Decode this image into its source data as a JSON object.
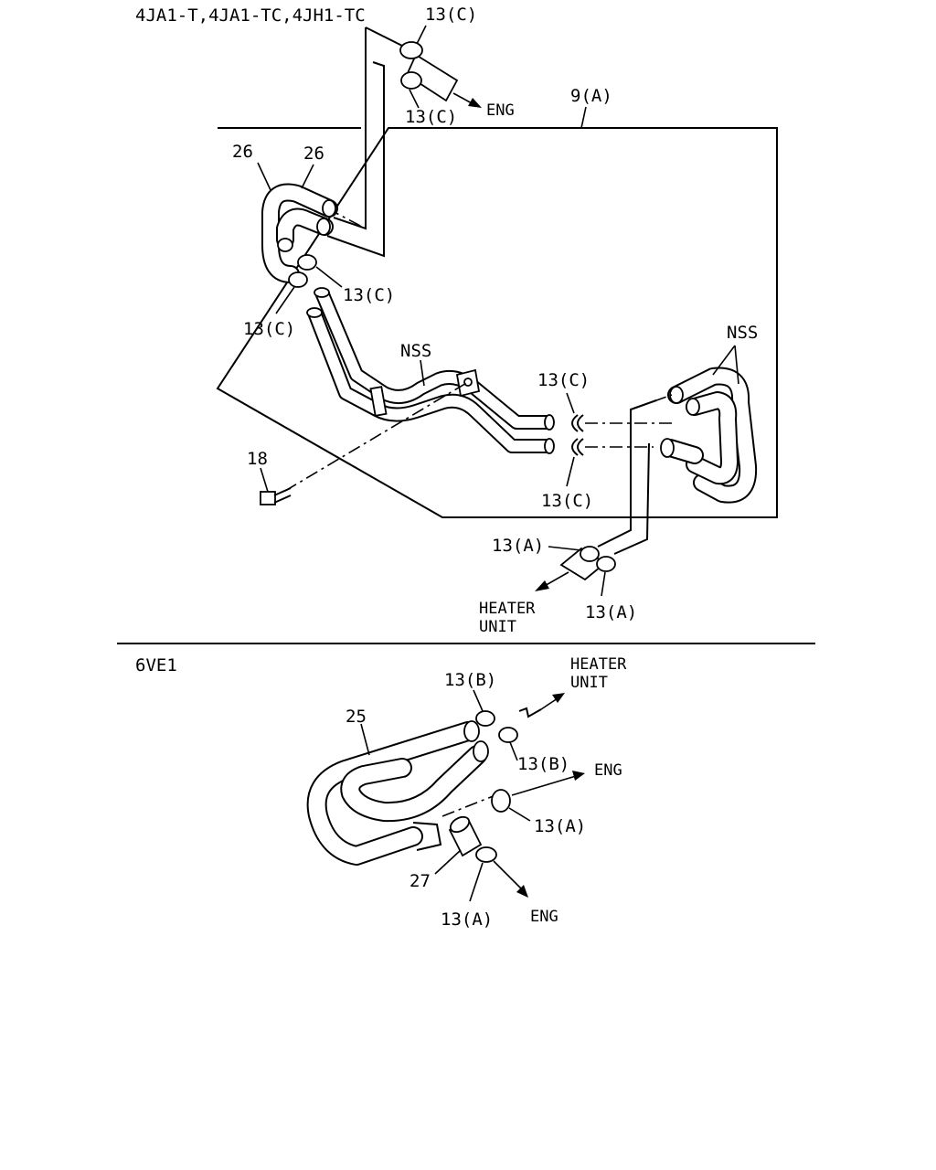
{
  "diagram": {
    "upper_section": {
      "engine_label": "4JA1-T,4JA1-TC,4JH1-TC",
      "callouts": {
        "clamp_top_1": "13(C)",
        "clamp_top_2": "13(C)",
        "engine_arrow": "ENG",
        "box_ref": "9(A)",
        "hose_left": "26",
        "hose_right": "26",
        "clamp_mid_right": "13(C)",
        "clamp_mid_left": "13(C)",
        "nss_left": "NSS",
        "nss_right": "NSS",
        "clamp_pipe_upper": "13(C)",
        "clamp_pipe_lower": "13(C)",
        "bolt": "18",
        "clamp_heater_left": "13(A)",
        "clamp_heater_right": "13(A)",
        "heater_unit_line1": "HEATER",
        "heater_unit_line2": "UNIT"
      }
    },
    "lower_section": {
      "engine_label": "6VE1",
      "callouts": {
        "heater_unit_line1": "HEATER",
        "heater_unit_line2": "UNIT",
        "clamp_b_top": "13(B)",
        "clamp_b_mid": "13(B)",
        "eng_upper": "ENG",
        "hose_25": "25",
        "clamp_a_right": "13(A)",
        "hose_27": "27",
        "clamp_a_bottom": "13(A)",
        "eng_lower": "ENG"
      }
    }
  }
}
